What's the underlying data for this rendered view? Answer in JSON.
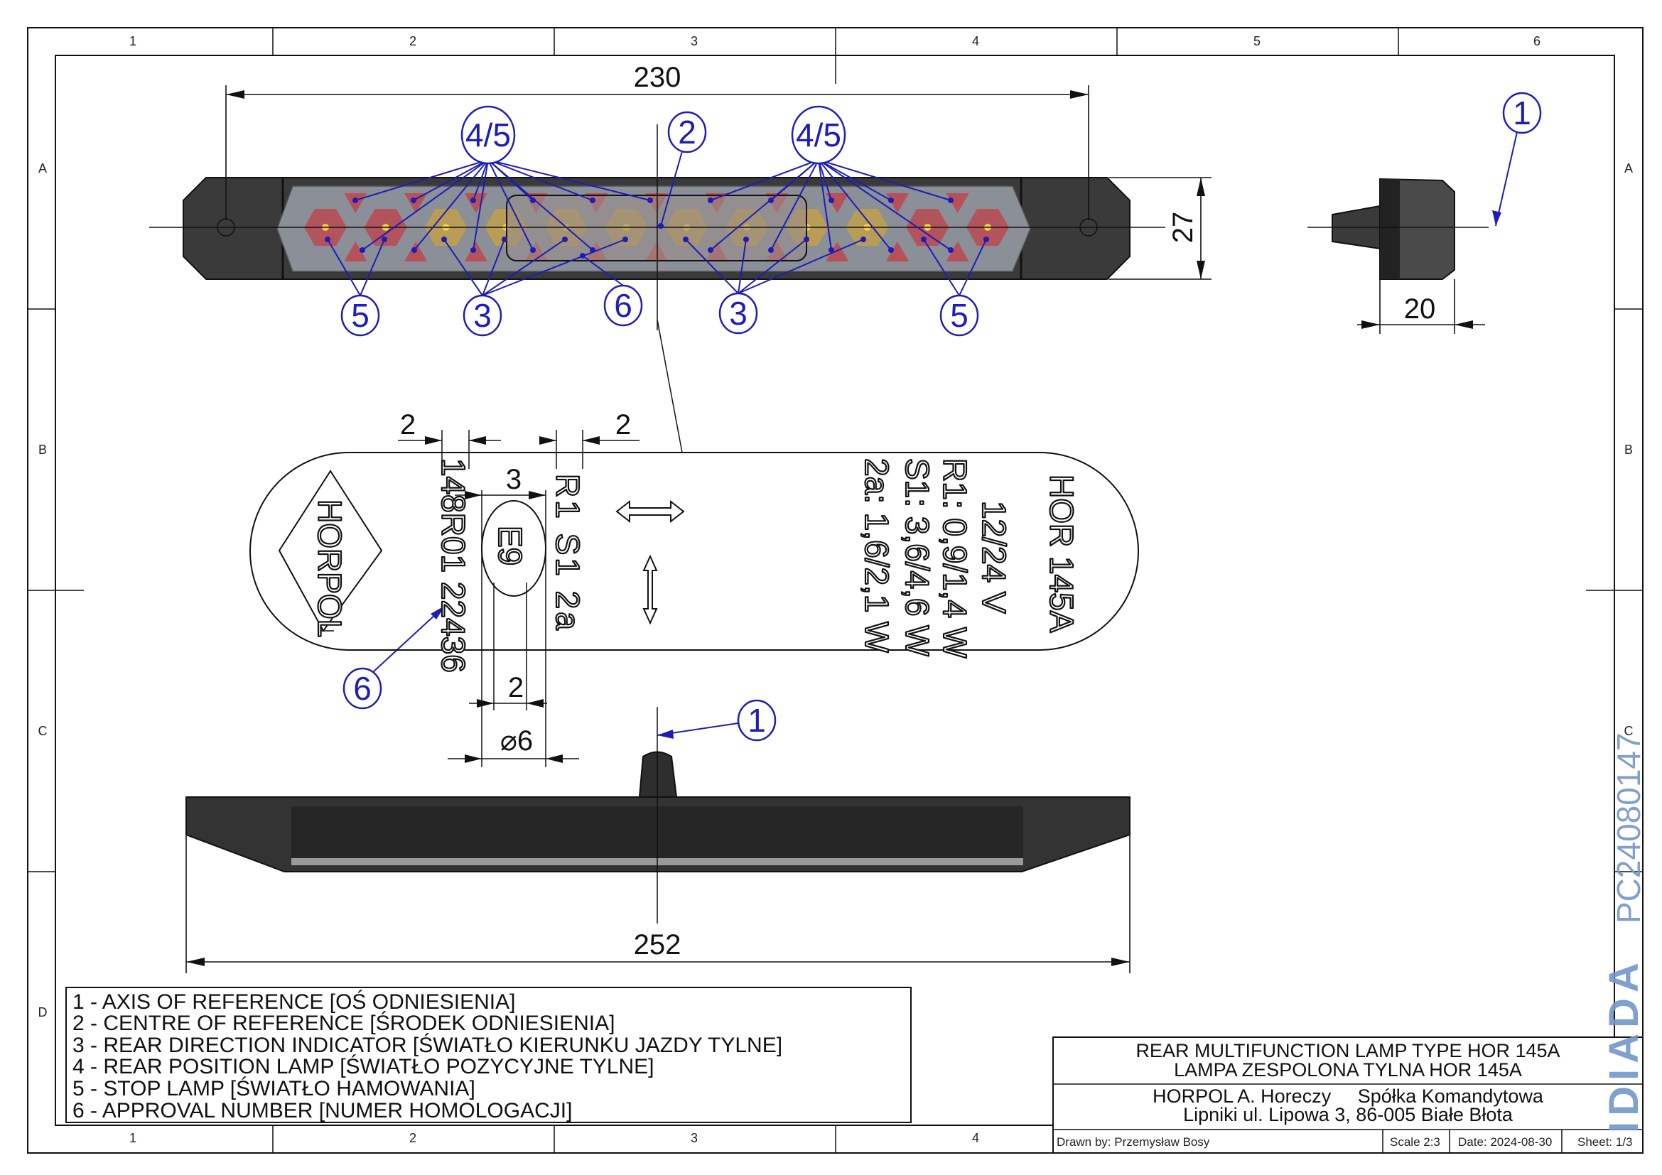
{
  "zones": {
    "columns": [
      "1",
      "2",
      "3",
      "4",
      "5",
      "6"
    ],
    "rows": [
      "A",
      "B",
      "C",
      "D"
    ]
  },
  "dimensions": {
    "length_top": "230",
    "height": "27",
    "depth": "20",
    "length_bottom": "252",
    "plate_gap_left": "2",
    "plate_gap_right": "2",
    "e_mark_width": "3",
    "e_mark_inner": "2",
    "e_mark_diameter": "⌀6"
  },
  "balloons": {
    "pos_stop_left": "4/5",
    "pos_stop_right": "4/5",
    "centre": "2",
    "stop_left": "5",
    "indicator_left": "3",
    "approval_top": "6",
    "indicator_right": "3",
    "stop_right": "5",
    "axis_side": "1",
    "approval_plate": "6",
    "axis_bottom": "1"
  },
  "plate": {
    "brand": "HORPOL",
    "approval": "148R01 22436",
    "e_mark": "E9",
    "functions": "R1  S1  2a",
    "model": "HOR 145A",
    "voltage": "12/24 V",
    "r1": "R1: 0,9/1,4 W",
    "s1": "S1: 3,6/4,6 W",
    "a2": "2a: 1,6/2,1 W"
  },
  "legend": [
    "1 - AXIS OF REFERENCE [OŚ ODNIESIENIA]",
    "2 - CENTRE OF REFERENCE [ŚRODEK ODNIESIENIA]",
    "3 - REAR DIRECTION INDICATOR [ŚWIATŁO KIERUNKU JAZDY TYLNE]",
    "4 - REAR POSITION LAMP [ŚWIATŁO POZYCYJNE TYLNE]",
    "5 - STOP LAMP [ŚWIATŁO HAMOWANIA]",
    "6 - APPROVAL NUMBER [NUMER HOMOLOGACJI]"
  ],
  "title_block": {
    "title_en": "REAR MULTIFUNCTION LAMP TYPE HOR 145A",
    "title_pl": "LAMPA ZESPOLONA TYLNA HOR 145A",
    "company": "HORPOL A. Horeczy     Spółka Komandytowa",
    "address": "Lipniki ul. Lipowa 3, 86-005 Białe Błota",
    "drawn_by": "Drawn by:  Przemysław Bosy",
    "scale": "Scale  2:3",
    "date": "Date: 2024-08-30",
    "sheet": "Sheet: 1/3"
  },
  "watermark": {
    "logo": "IDIADA",
    "code": "PC24080147"
  },
  "colors": {
    "balloon": "#1d1db8",
    "housing": "#3a3a3a",
    "lens": "#8a8f98",
    "red_led": "#c0404a",
    "amber_led": "#c8a040",
    "watermark": "#7396c8"
  }
}
